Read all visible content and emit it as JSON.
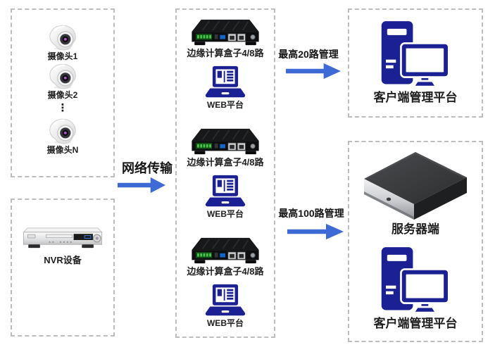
{
  "colors": {
    "accent_blue": "#3E6AD5",
    "icon_blue": "#1B2192"
  },
  "left_panel": {
    "cameras": [
      {
        "label": "摄像头1"
      },
      {
        "label": "摄像头2"
      },
      {
        "label": "摄像头N"
      }
    ],
    "ellipsis": "⋮",
    "nvr_label": "NVR设备"
  },
  "transport": {
    "label": "网络传输"
  },
  "middle_panel": {
    "groups": [
      {
        "device_label": "边缘计算盒子4/8路",
        "web_label": "WEB平台"
      },
      {
        "device_label": "边缘计算盒子4/8路",
        "web_label": "WEB平台"
      },
      {
        "device_label": "边缘计算盒子4/8路",
        "web_label": "WEB平台"
      }
    ]
  },
  "arrows": {
    "top": {
      "label": "最高20路管理"
    },
    "bottom": {
      "label": "最高100路管理"
    }
  },
  "right_top": {
    "client_label": "客户端管理平台"
  },
  "right_bottom": {
    "server_label": "服务器端",
    "client_label": "客户端管理平台"
  }
}
